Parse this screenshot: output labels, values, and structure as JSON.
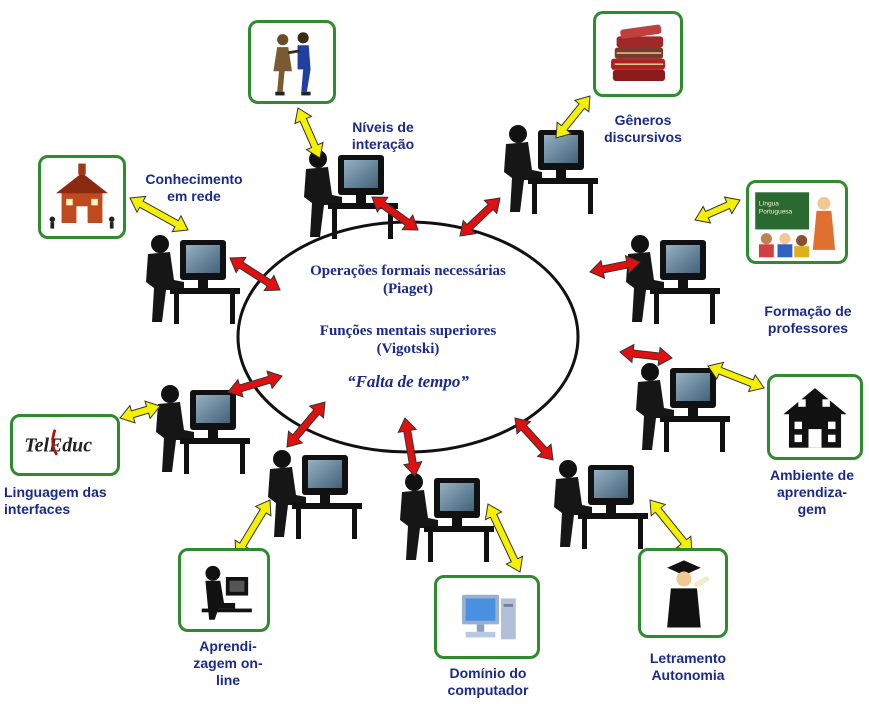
{
  "center": {
    "line1": "Operações formais necessárias\n(Piaget)",
    "line2": "Funções mentais superiores\n(Vigotski)",
    "line3": "“Falta de tempo”"
  },
  "labels": {
    "niveis": "Níveis de\ninteração",
    "generos": "Gêneros\ndiscursivos",
    "conhecimento": "Conhecimento\nem rede",
    "formacao": "Formação de\nprofessores",
    "ambiente": "Ambiente de\naprendiza-\ngem",
    "linguagem": "Linguagem das\ninterfaces",
    "aprendizagem": "Aprendi-\nzagem on-\nline",
    "dominio": "Domínio do\ncomputador",
    "letramento": "Letramento\nAutonomia"
  },
  "icon_texts": {
    "teleduc": "TelEduc",
    "lingua": "Língua\nPortuguesa"
  },
  "colors": {
    "text": "#1a2a8c",
    "frame": "#2e8b2e",
    "red_arrow": "#e01010",
    "yellow_arrow": "#f5f000"
  }
}
